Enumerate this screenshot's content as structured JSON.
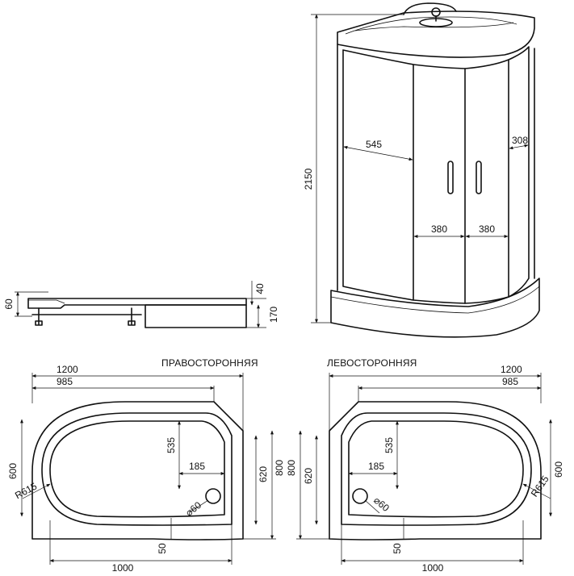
{
  "labels": {
    "right_title": "ПРАВОСТОРОННЯЯ",
    "left_title": "ЛЕВОСТОРОННЯЯ"
  },
  "cabin": {
    "height": "2150",
    "width_left_panel": "545",
    "width_right_panel": "308",
    "door_left": "380",
    "door_right": "380"
  },
  "tray_side": {
    "h60": "60",
    "h40": "40",
    "h170": "170"
  },
  "right_plan": {
    "w1200": "1200",
    "w985": "985",
    "w1000": "1000",
    "h600": "600",
    "h620": "620",
    "h800": "800",
    "d535": "535",
    "d185": "185",
    "d50": "50",
    "radius": "R615",
    "drain": "⌀60"
  },
  "left_plan": {
    "w1200": "1200",
    "w985": "985",
    "w1000": "1000",
    "h600": "600",
    "h620": "620",
    "h800": "800",
    "d535": "535",
    "d185": "185",
    "d50": "50",
    "radius": "R615",
    "drain": "⌀60"
  }
}
